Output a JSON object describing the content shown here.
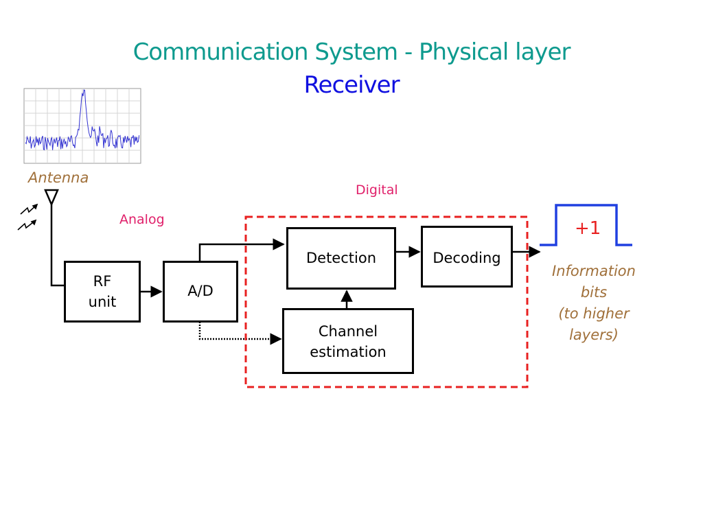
{
  "title": {
    "text": "Communication System - Physical layer",
    "color": "#0E9A8E"
  },
  "subtitle": {
    "text": "Receiver",
    "color": "#1010E0"
  },
  "labels": {
    "antenna": "Antenna",
    "analog": "Analog",
    "digital": "Digital",
    "output_line1": "Information",
    "output_line2": "bits",
    "output_line3": "(to higher",
    "output_line4": "layers)",
    "pulse_value": "+1"
  },
  "blocks": {
    "rf_line1": "RF",
    "rf_line2": "unit",
    "ad": "A/D",
    "detection": "Detection",
    "decoding": "Decoding",
    "channel_line1": "Channel",
    "channel_line2": "estimation"
  },
  "colors": {
    "antenna_label": "#A0703A",
    "region_label": "#E0206A",
    "digital_region_border": "#E82020",
    "pulse": "#2040E0",
    "pulse_value": "#E82020",
    "output_label": "#A0703A",
    "spectrum_trace": "#3030D0"
  },
  "icons": {
    "antenna": "antenna-icon",
    "signal_waves": "lightning-wave-icon",
    "spectrum": "spectrum-plot-icon"
  }
}
